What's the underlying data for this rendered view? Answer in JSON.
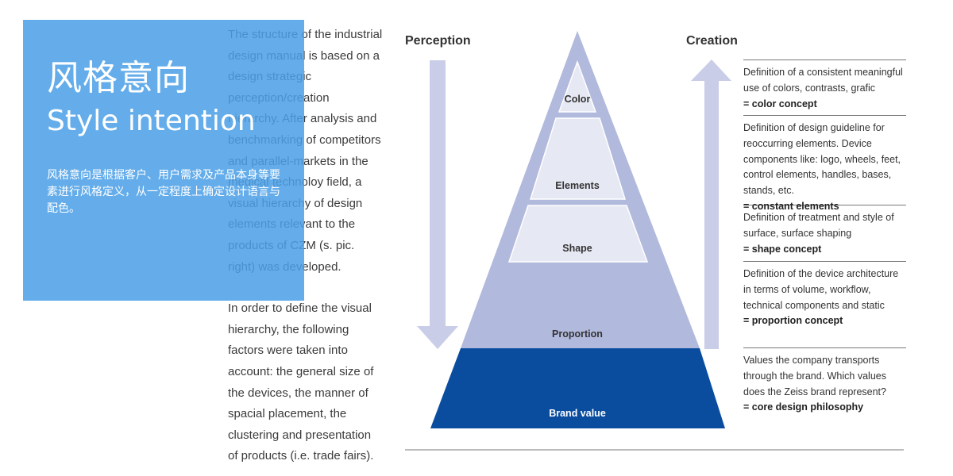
{
  "body": {
    "paragraph1": "The structure of the industrial design manual is based on a design strategic perception/creation hierarchy. After analysis and benchmarking of competitors and parallel-markets in the medical technoloy field, a visual hierarchy of design elements relevant to the products of CZM (s. pic. right) was developed.",
    "paragraph2": "In order to define the visual hierarchy, the following factors were taken into account: the general size of the devices, the manner of spacial placement, the clustering and presentation of products (i.e. trade fairs)."
  },
  "overlay": {
    "title_cn": "风格意向",
    "title_en": "Style intention",
    "desc": "风格意向是根据客户、用户需求及产品本身等要素进行风格定义，从一定程度上确定设计语言与配色。"
  },
  "diagram": {
    "perception_label": "Perception",
    "creation_label": "Creation",
    "levels": [
      {
        "label": "Color"
      },
      {
        "label": "Elements"
      },
      {
        "label": "Shape"
      },
      {
        "label": "Proportion"
      },
      {
        "label": "Brand value"
      }
    ]
  },
  "definitions": [
    {
      "text": "Definition of a consistent meaningful use of colors, contrasts, grafic",
      "concept": "= color concept"
    },
    {
      "text": "Definition of design guideline for reoccurring elements. Device components like: logo, wheels, feet, control elements, handles, bases, stands, etc.",
      "concept": "= constant elements"
    },
    {
      "text": "Definition of treatment and style of surface, surface shaping",
      "concept": "= shape concept"
    },
    {
      "text": "Definition of the device architecture in terms of volume, workflow, technical components and static",
      "concept": "= proportion concept"
    },
    {
      "text": "Values the company transports through the brand. Which values does the Zeiss brand represent?",
      "concept": "= core design philosophy"
    }
  ],
  "colors": {
    "accent_blue": "#4aa0e6",
    "pyramid_light": "#b1b9dc",
    "pyramid_inner": "#e6e8f4",
    "brand_value": "#0a4d9f",
    "arrow": "#c9cde8"
  }
}
